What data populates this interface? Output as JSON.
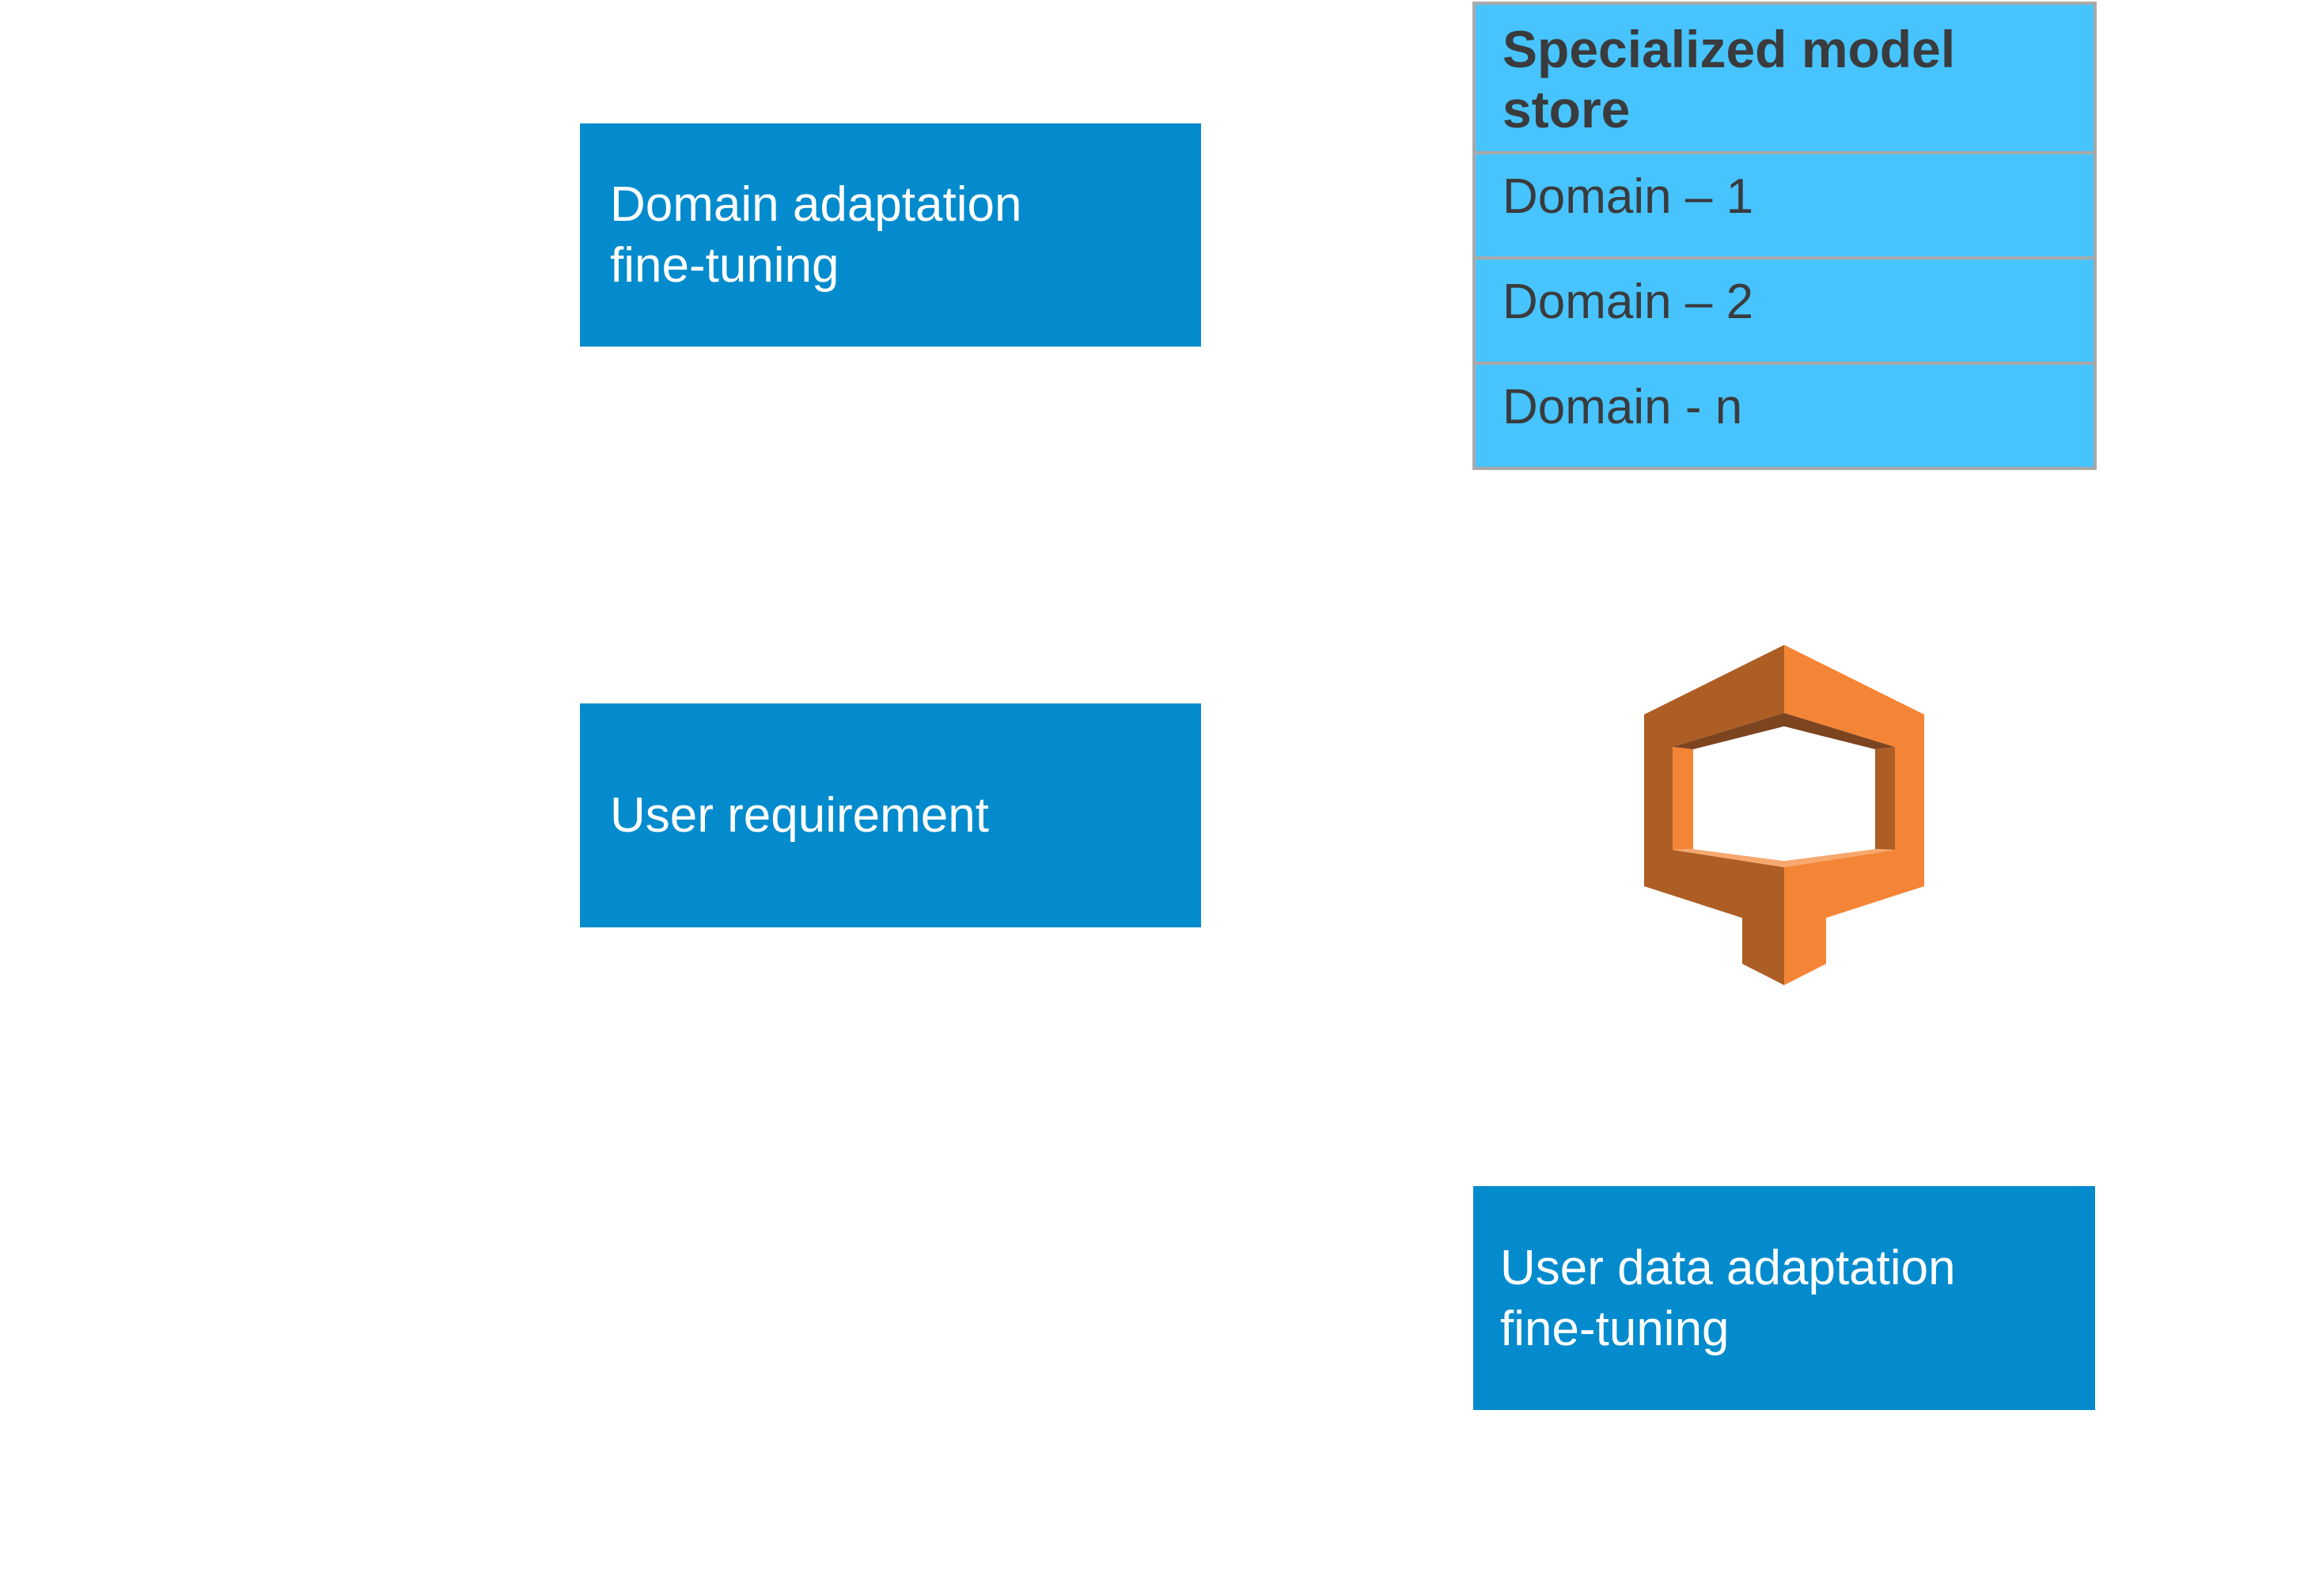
{
  "diagram": {
    "domain_adaptation": {
      "label": "Domain adaptation\nfine-tuning"
    },
    "user_requirement": {
      "label": "User requirement"
    },
    "user_data_adaptation": {
      "label": "User data adaptation\nfine-tuning"
    },
    "model_store": {
      "title": "Specialized model\nstore",
      "items": [
        {
          "label": "Domain – 1"
        },
        {
          "label": "Domain – 2"
        },
        {
          "label": "Domain - n"
        }
      ]
    },
    "service_icon": {
      "name": "amazon-sagemaker-ground-truth-icon"
    }
  },
  "colors": {
    "process_box": "#038bcd",
    "store_fill": "#47c4fd",
    "store_border": "#a9a9a9",
    "store_text": "#3a3b3d",
    "icon_dark": "#ad5e24",
    "icon_light": "#f58536",
    "icon_shadow": "#7d4420",
    "icon_highlight": "#f7a86e"
  }
}
